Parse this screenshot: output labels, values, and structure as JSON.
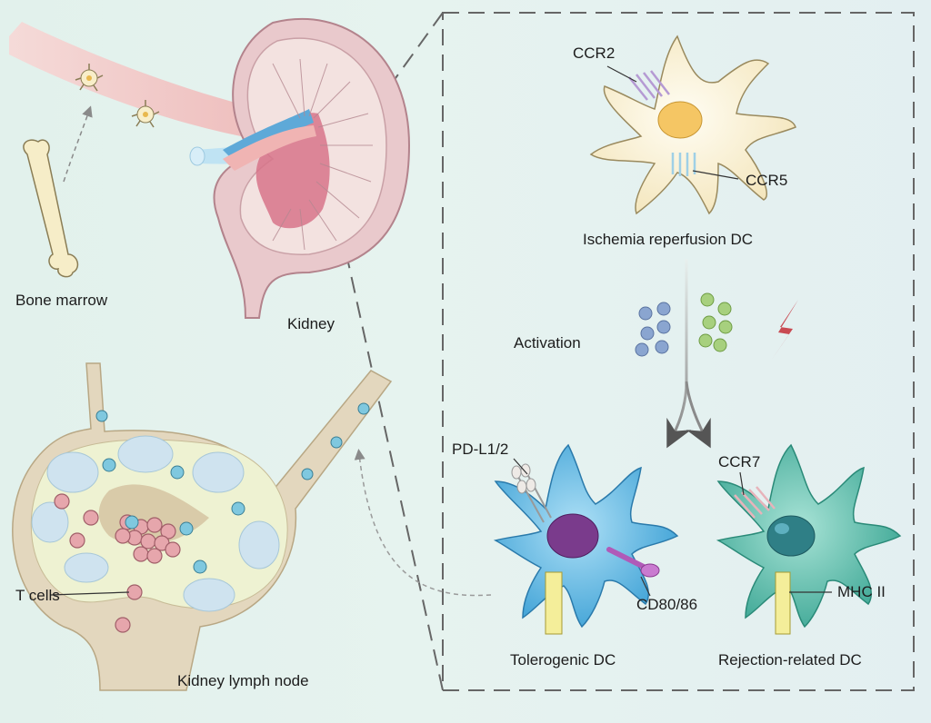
{
  "labels": {
    "bone_marrow": "Bone marrow",
    "kidney": "Kidney",
    "kidney_lymph_node": "Kidney lymph node",
    "t_cells": "T cells",
    "ccr2": "CCR2",
    "ccr5": "CCR5",
    "ischemia_dc": "Ischemia reperfusion DC",
    "activation": "Activation",
    "pd_l1_2": "PD-L1/2",
    "cd80_86": "CD80/86",
    "tolerogenic_dc": "Tolerogenic DC",
    "ccr7": "CCR7",
    "mhc_ii": "MHC II",
    "rejection_dc": "Rejection-related DC"
  },
  "colors": {
    "background": "#e4f2ee",
    "kidney_outer": "#e6c4c8",
    "kidney_pelvis": "#d9768c",
    "artery": "#f0b8b6",
    "vein": "#5fa9d6",
    "ischemia_dc_body": "#fbf2d8",
    "tolerogenic_dc_body": "#58b4e2",
    "rejection_dc_body": "#5cbfae",
    "lymph_node": "#e3d7be",
    "t_cell": "#e6a6ac",
    "lightning": "#c94a52",
    "cytokine_blue": "#7e9cc9",
    "cytokine_green": "#9ccb74",
    "dashed_border": "#666666"
  }
}
